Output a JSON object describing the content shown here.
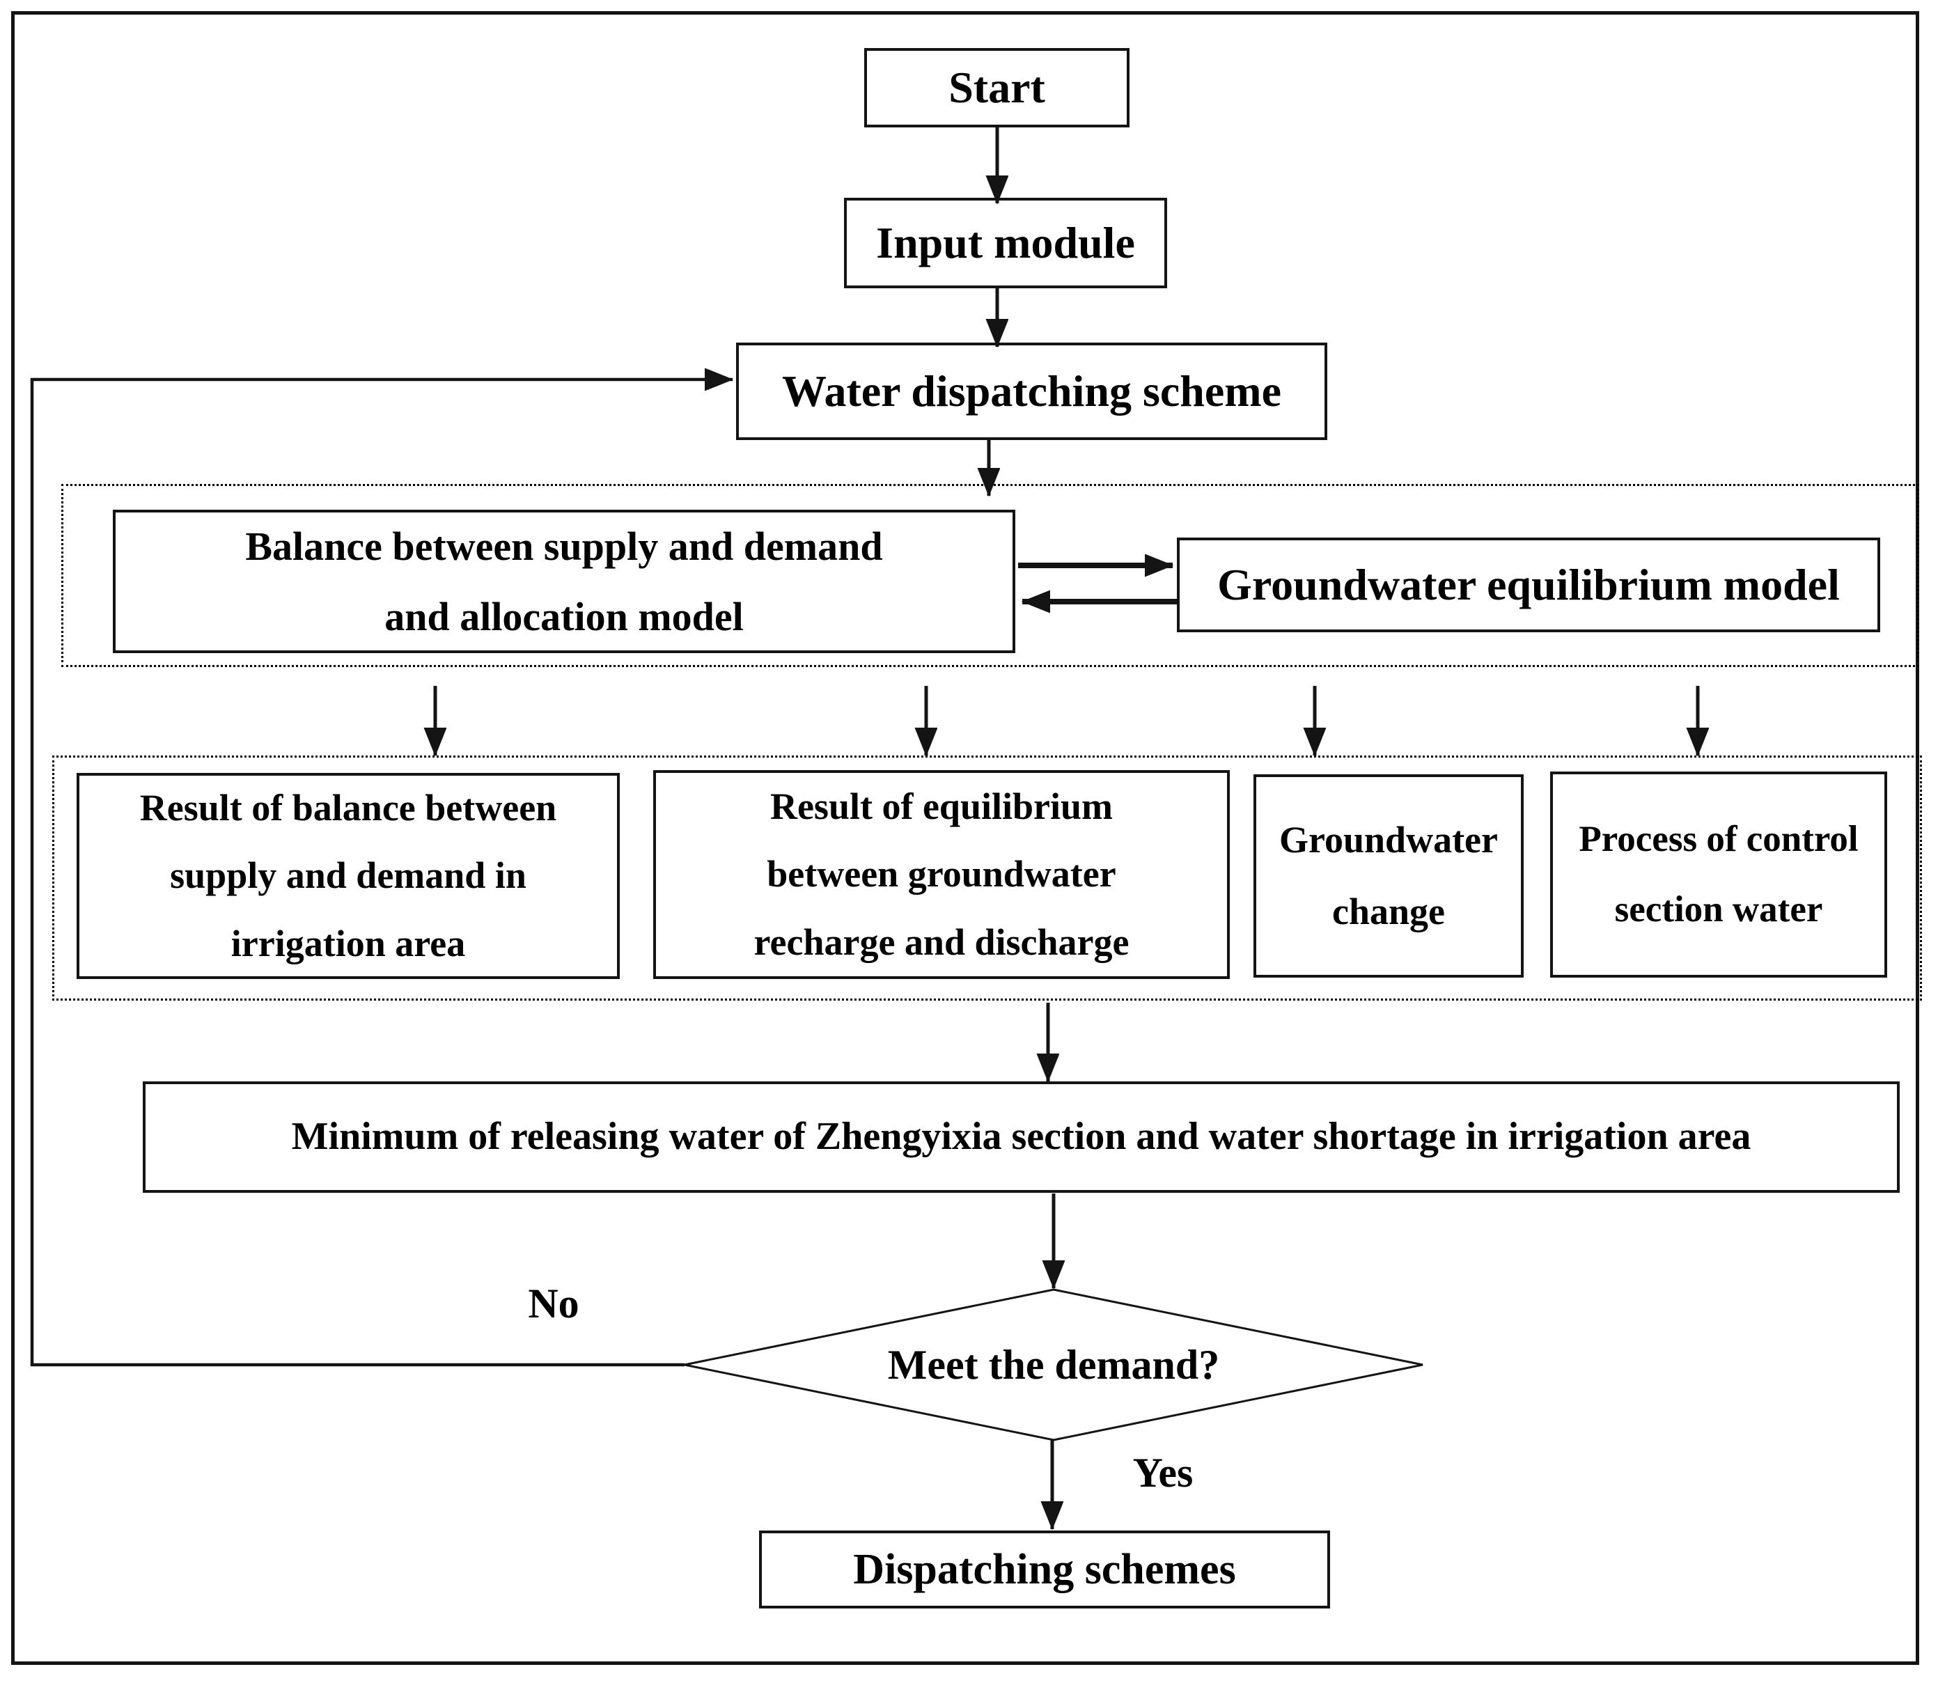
{
  "figure": {
    "type": "flowchart",
    "background_color": "#ffffff",
    "line_color": "#141414",
    "text_color": "#000000",
    "nodes": {
      "start": "Start",
      "input_module": "Input module",
      "water_dispatching": "Water dispatching scheme",
      "balance_model": [
        "Balance between supply and demand",
        "and allocation model"
      ],
      "groundwater_model": "Groundwater equilibrium model",
      "result_balance": [
        "Result of balance between",
        "supply and demand in",
        "irrigation area"
      ],
      "result_equilibrium": [
        "Result of equilibrium",
        "between groundwater",
        "recharge and discharge"
      ],
      "groundwater_change": [
        "Groundwater",
        "change"
      ],
      "process_control": [
        "Process of control",
        "section water"
      ],
      "minimum": "Minimum of releasing water of Zhengyixia section and water shortage in irrigation area",
      "decision": "Meet the demand?",
      "dispatching_schemes": "Dispatching schemes"
    },
    "edge_labels": {
      "no": "No",
      "yes": "Yes"
    },
    "edges": [
      "Start -> Input module",
      "Input module -> Water dispatching scheme",
      "Water dispatching scheme -> model group",
      "Balance between supply and demand and allocation model <-> Groundwater equilibrium model",
      "model group -> Result of balance between supply and demand in irrigation area",
      "model group -> Result of equilibrium between groundwater recharge and discharge",
      "model group -> Groundwater change",
      "model group -> Process of control section water",
      "result group -> Minimum of releasing water of Zhengyixia section and water shortage in irrigation area",
      "Minimum of releasing water of Zhengyixia section and water shortage in irrigation area -> Meet the demand?",
      "Meet the demand? -- No --> Water dispatching scheme",
      "Meet the demand? -- Yes --> Dispatching schemes"
    ]
  }
}
